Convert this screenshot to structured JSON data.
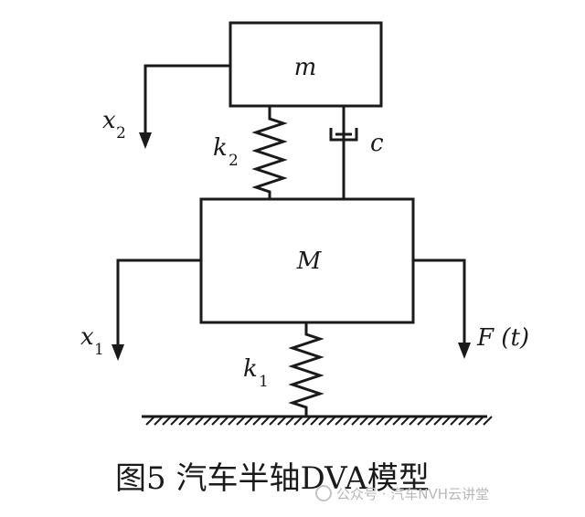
{
  "labels": {
    "small_mass": "m",
    "large_mass": "M",
    "x2_var": "x",
    "x2_sub": "2",
    "k2_var": "k",
    "k2_sub": "2",
    "damper": "c",
    "x1_var": "x",
    "x1_sub": "1",
    "k1_var": "k",
    "k1_sub": "1",
    "force": "F (t)"
  },
  "caption": "图5 汽车半轴DVA模型",
  "watermark": "公众号 · 汽车NVH云讲堂"
}
